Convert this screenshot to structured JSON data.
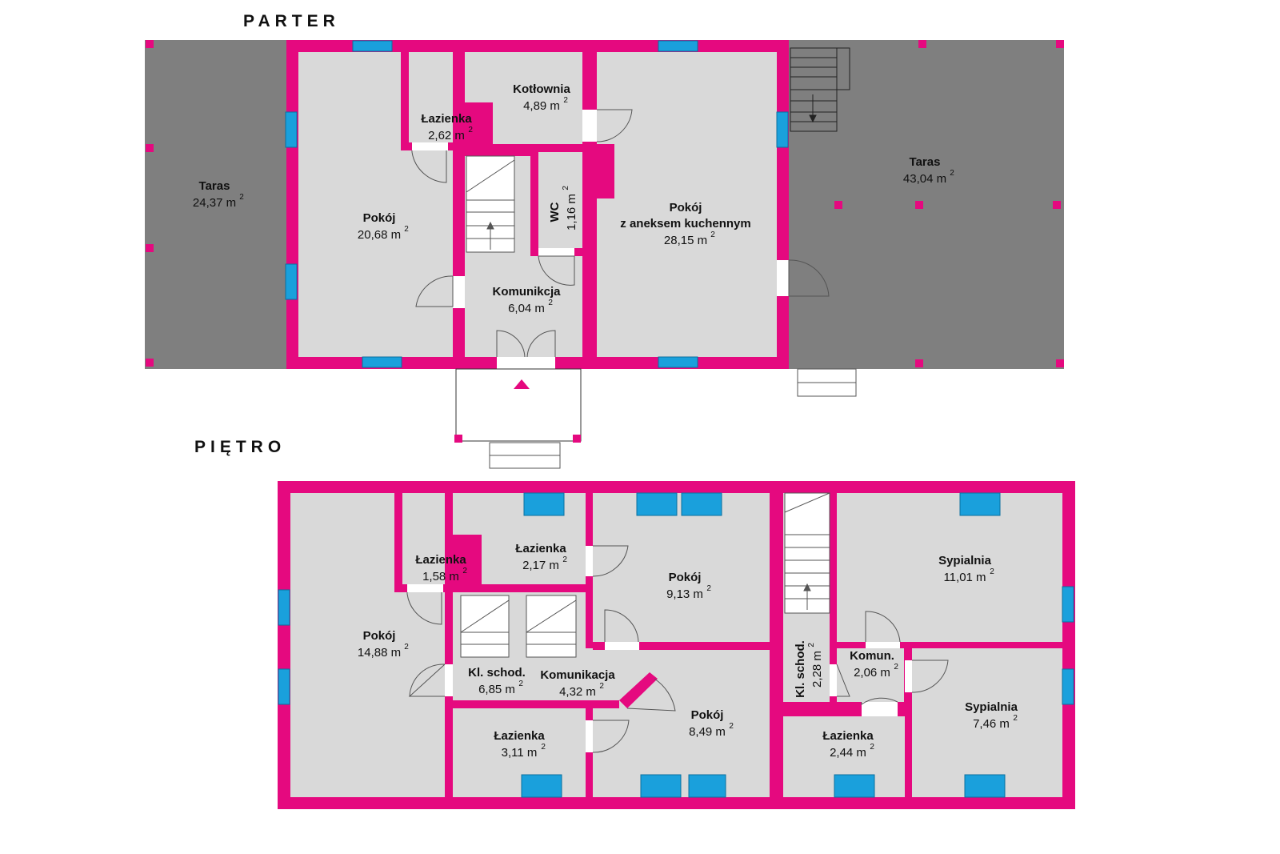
{
  "floors": [
    {
      "title": "PARTER",
      "rooms": [
        {
          "id": "taras-left",
          "name": "Taras",
          "area": "24,37 m",
          "sup": "2"
        },
        {
          "id": "pokoj-parter",
          "name": "Pokój",
          "area": "20,68 m",
          "sup": "2"
        },
        {
          "id": "lazienka-parter",
          "name": "Łazienka",
          "area": "2,62 m",
          "sup": "2"
        },
        {
          "id": "kotlownia",
          "name": "Kotłownia",
          "area": "4,89 m",
          "sup": "2"
        },
        {
          "id": "wc",
          "name": "WC",
          "area": "1,16 m",
          "sup": "2"
        },
        {
          "id": "komunikcja",
          "name": "Komunikcja",
          "area": "6,04 m",
          "sup": "2"
        },
        {
          "id": "pokoj-aneks",
          "name": "Pokój",
          "name2": "z aneksem kuchennym",
          "area": "28,15 m",
          "sup": "2"
        },
        {
          "id": "taras-right",
          "name": "Taras",
          "area": "43,04 m",
          "sup": "2"
        }
      ]
    },
    {
      "title": "PIĘTRO",
      "rooms": [
        {
          "id": "pokoj-1488",
          "name": "Pokój",
          "area": "14,88 m",
          "sup": "2"
        },
        {
          "id": "lazienka-158",
          "name": "Łazienka",
          "area": "1,58 m",
          "sup": "2"
        },
        {
          "id": "lazienka-217",
          "name": "Łazienka",
          "area": "2,17 m",
          "sup": "2"
        },
        {
          "id": "pokoj-913",
          "name": "Pokój",
          "area": "9,13 m",
          "sup": "2"
        },
        {
          "id": "kl-schod-685",
          "name": "Kl. schod.",
          "area": "6,85 m",
          "sup": "2"
        },
        {
          "id": "komunikacja-432",
          "name": "Komunikacja",
          "area": "4,32 m",
          "sup": "2"
        },
        {
          "id": "pokoj-849",
          "name": "Pokój",
          "area": "8,49 m",
          "sup": "2"
        },
        {
          "id": "lazienka-311",
          "name": "Łazienka",
          "area": "3,11 m",
          "sup": "2"
        },
        {
          "id": "kl-schod-228",
          "name": "Kl. schod.",
          "area": "2,28 m",
          "sup": "2"
        },
        {
          "id": "komun-206",
          "name": "Komun.",
          "area": "2,06 m",
          "sup": "2"
        },
        {
          "id": "lazienka-244",
          "name": "Łazienka",
          "area": "2,44 m",
          "sup": "2"
        },
        {
          "id": "sypialnia-1101",
          "name": "Sypialnia",
          "area": "11,01 m",
          "sup": "2"
        },
        {
          "id": "sypialnia-746",
          "name": "Sypialnia",
          "area": "7,46 m",
          "sup": "2"
        }
      ]
    }
  ],
  "colors": {
    "wall": "#e5097f",
    "room": "#d9d9d9",
    "terrace": "#7f7f7f",
    "window": "#1aa0dc",
    "door_opening": "#ffffff",
    "line": "#555555"
  },
  "icons": [
    "entrance-marker-icon",
    "stairs-arrow-icon",
    "door-swing-icon",
    "window-icon"
  ]
}
